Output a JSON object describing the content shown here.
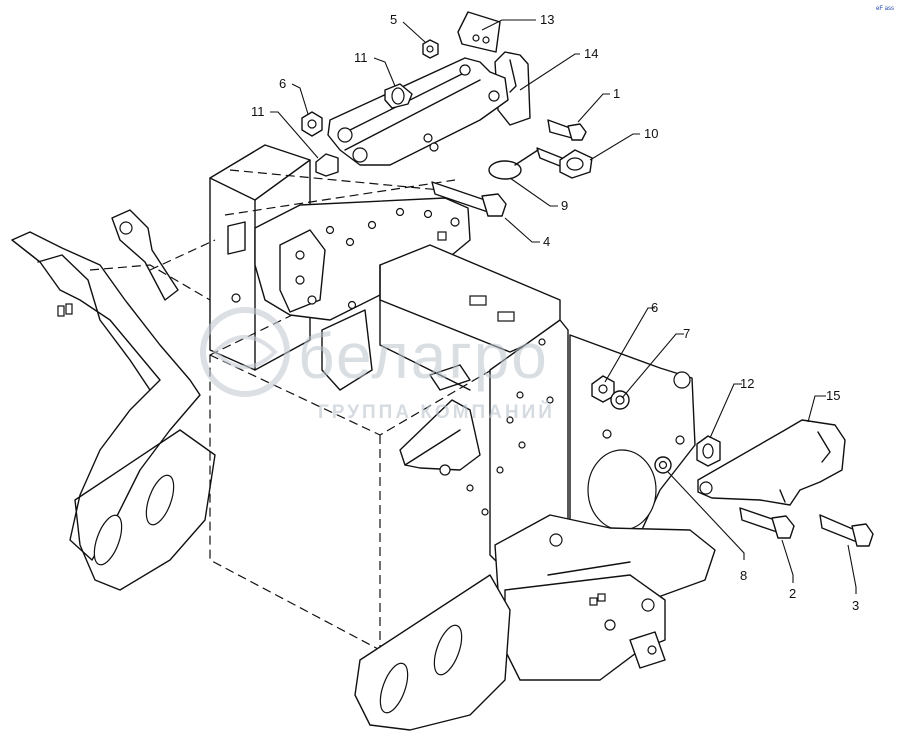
{
  "diagram": {
    "callouts": [
      {
        "id": "c5",
        "label": "5"
      },
      {
        "id": "c13",
        "label": "13"
      },
      {
        "id": "c11a",
        "label": "11"
      },
      {
        "id": "c14",
        "label": "14"
      },
      {
        "id": "c6a",
        "label": "6"
      },
      {
        "id": "c1",
        "label": "1"
      },
      {
        "id": "c11b",
        "label": "11"
      },
      {
        "id": "c10",
        "label": "10"
      },
      {
        "id": "c9",
        "label": "9"
      },
      {
        "id": "c4",
        "label": "4"
      },
      {
        "id": "c6b",
        "label": "6"
      },
      {
        "id": "c7",
        "label": "7"
      },
      {
        "id": "c12",
        "label": "12"
      },
      {
        "id": "c15",
        "label": "15"
      },
      {
        "id": "c8",
        "label": "8"
      },
      {
        "id": "c2",
        "label": "2"
      },
      {
        "id": "c3",
        "label": "3"
      }
    ],
    "watermark": {
      "brand": "белагро",
      "tagline": "ГРУППА КОМПАНИЙ"
    },
    "corner_mark": "eF ass"
  }
}
